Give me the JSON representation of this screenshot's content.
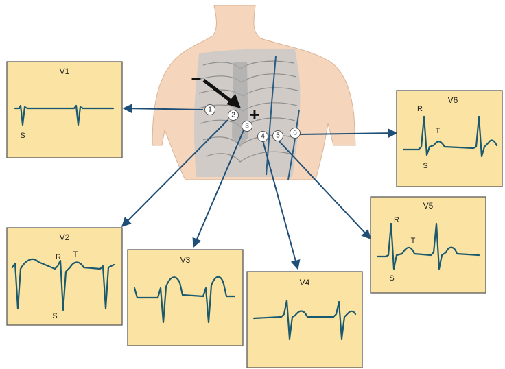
{
  "colors": {
    "panel": "#fbe3a3",
    "trace": "#1b5a6e",
    "arrow": "#1f4f77",
    "skin": "#f5d6bc",
    "ribs": "#c9c9c9"
  },
  "polarity": {
    "negative": "–",
    "positive": "+"
  },
  "electrodes": [
    "1",
    "2",
    "3",
    "4",
    "5",
    "6"
  ],
  "leads": [
    {
      "title": "V1",
      "labels": [
        "S"
      ]
    },
    {
      "title": "V2",
      "labels": [
        "R",
        "T",
        "S"
      ]
    },
    {
      "title": "V3",
      "labels": []
    },
    {
      "title": "V4",
      "labels": []
    },
    {
      "title": "V5",
      "labels": [
        "R",
        "T",
        "S"
      ]
    },
    {
      "title": "V6",
      "labels": [
        "R",
        "T",
        "S"
      ]
    }
  ]
}
